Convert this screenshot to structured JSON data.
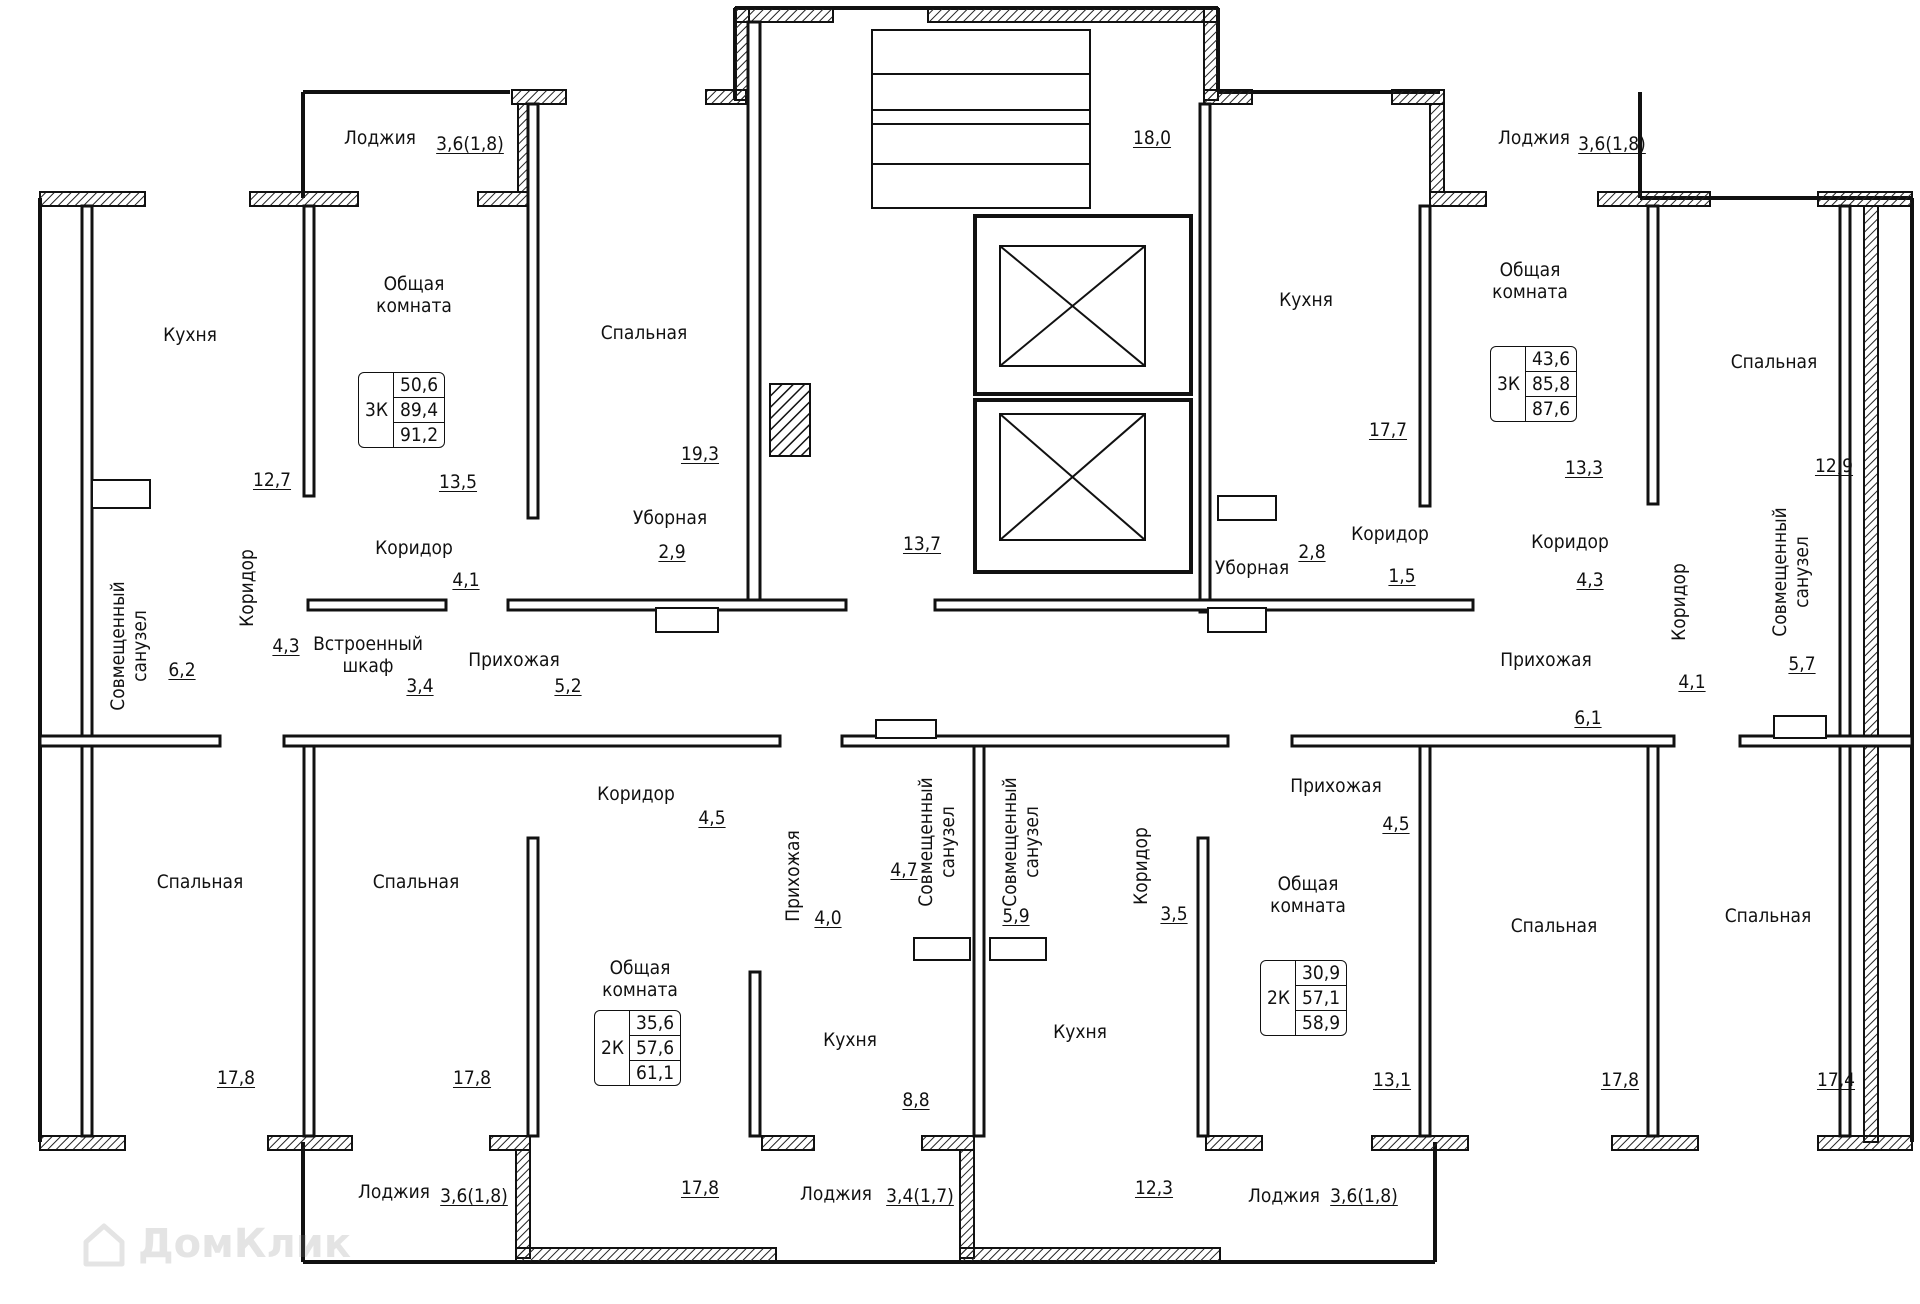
{
  "rooms": {
    "r_kitchen_tl": "Кухня",
    "r_common_tl": "Общая\nкомната",
    "r_bed_tl": "Спальная",
    "r_loggia_tl": "Лоджия",
    "r_loggia_tl_area": "3,6(1,8)",
    "r_kitchen_tl_area": "12,7",
    "r_common_tl_area": "13,5",
    "r_bed_tl_area": "19,3",
    "r_toilet_tl": "Уборная",
    "r_toilet_tl_area": "2,9",
    "r_corr_tl": "Коридор",
    "r_corr_tl_area": "4,1",
    "r_corr_tl_v": "Коридор",
    "r_corr_tl_v_area": "4,3",
    "r_closet": "Встроенный\nшкаф",
    "r_closet_area": "3,4",
    "r_hall_tl": "Прихожая",
    "r_hall_tl_area": "5,2",
    "r_bath_tl": "Совмещенный\nсанузел",
    "r_bath_tl_area": "6,2",
    "r_stair_area": "18,0",
    "r_lobby_area": "13,7",
    "r_kitchen_tr": "Кухня",
    "r_kitchen_tr_area": "17,7",
    "r_common_tr": "Общая\nкомната",
    "r_common_tr_area": "13,3",
    "r_bed_tr": "Спальная",
    "r_bed_tr_area": "12,9",
    "r_loggia_tr": "Лоджия",
    "r_loggia_tr_area": "3,6(1,8)",
    "r_toilet_tr": "Уборная",
    "r_toilet_tr_area": "2,8",
    "r_corr_tr": "Коридор",
    "r_corr_tr_area": "1,5",
    "r_corr_tr2": "Коридор",
    "r_corr_tr2_area": "4,3",
    "r_corr_tr_v": "Коридор",
    "r_hall_tr": "Прихожая",
    "r_hall_tr_area": "6,1",
    "r_bath_tr": "Совмещенный\nсанузел",
    "r_bath_tr_area": "5,7",
    "r_corr_tr_v_area": "4,1",
    "r_bed_bl1": "Спальная",
    "r_bed_bl1_area": "17,8",
    "r_bed_bl2": "Спальная",
    "r_bed_bl2_area": "17,8",
    "r_corr_bl": "Коридор",
    "r_corr_bl_area": "4,5",
    "r_hall_bl": "Прихожая",
    "r_hall_bl_area": "4,0",
    "r_bath_bl": "Совмещенный\nсанузел",
    "r_bath_bl_area": "4,7",
    "r_common_bl": "Общая\nкомната",
    "r_common_bl_area": "17,8",
    "r_kitchen_bl": "Кухня",
    "r_kitchen_bl_area": "8,8",
    "r_loggia_bl1": "Лоджия",
    "r_loggia_bl1_area": "3,6(1,8)",
    "r_loggia_bl2": "Лоджия",
    "r_loggia_bl2_area": "3,4(1,7)",
    "r_bath_br": "Совмещенный\nсанузел",
    "r_bath_br_area": "5,9",
    "r_corr_br_v": "Коридор",
    "r_corr_br_v_area": "3,5",
    "r_kitchen_br": "Кухня",
    "r_kitchen_br_area": "12,3",
    "r_hall_br": "Прихожая",
    "r_hall_br_area": "4,5",
    "r_common_br": "Общая\nкомната",
    "r_common_br_area": "13,1",
    "r_bed_br1": "Спальная",
    "r_bed_br1_area": "17,8",
    "r_bed_br2": "Спальная",
    "r_bed_br2_area": "17,4",
    "r_loggia_br": "Лоджия",
    "r_loggia_br_area": "3,6(1,8)"
  },
  "apartments": [
    {
      "rooms": "3К",
      "living": "50,6",
      "total": "89,4",
      "total_with_loggia": "91,2"
    },
    {
      "rooms": "3К",
      "living": "43,6",
      "total": "85,8",
      "total_with_loggia": "87,6"
    },
    {
      "rooms": "2К",
      "living": "35,6",
      "total": "57,6",
      "total_with_loggia": "61,1"
    },
    {
      "rooms": "2К",
      "living": "30,9",
      "total": "57,1",
      "total_with_loggia": "58,9"
    }
  ],
  "watermark": {
    "text": "ДомКлик",
    "icon": "house-icon"
  },
  "colors": {
    "wall": "#111111",
    "hatch": "#222222",
    "background": "#ffffff"
  }
}
